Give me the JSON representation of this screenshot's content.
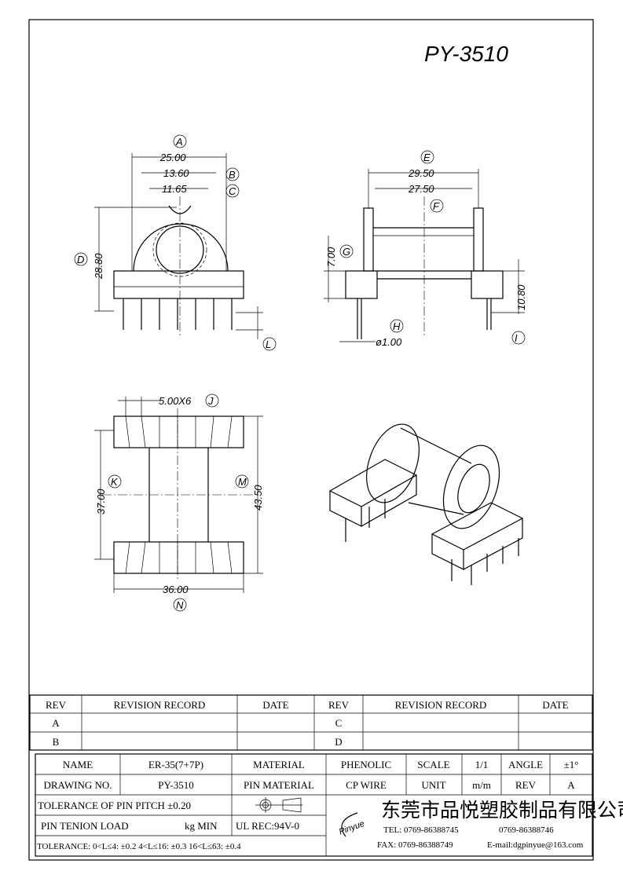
{
  "title": "PY-3510",
  "front_view": {
    "A": "A",
    "dim_a": "25.00",
    "B": "B",
    "dim_b": "13.60",
    "C": "C",
    "dim_c": "11.65",
    "D": "D",
    "dim_d": "28.80",
    "L": "L"
  },
  "side_view": {
    "E": "E",
    "dim_e": "29.50",
    "F": "F",
    "dim_f": "27.50",
    "G": "G",
    "dim_g": "7.00",
    "H": "H",
    "dim_h": "ø1.00",
    "I": "I",
    "dim_i": "10.80"
  },
  "bottom_view": {
    "J": "J",
    "dim_j": "5.00X6",
    "K": "K",
    "dim_k": "37.00",
    "M": "M",
    "dim_m": "43.50",
    "N": "N",
    "dim_n": "36.00"
  },
  "revision_table": {
    "headers": [
      "REV",
      "REVISION RECORD",
      "DATE",
      "REV",
      "REVISION RECORD",
      "DATE"
    ],
    "rows": [
      [
        "A",
        "",
        "",
        "C",
        "",
        ""
      ],
      [
        "B",
        "",
        "",
        "D",
        "",
        ""
      ]
    ]
  },
  "title_block": {
    "name_label": "NAME",
    "name": "ER-35(7+7P)",
    "material_label": "MATERIAL",
    "material": "PHENOLIC",
    "scale_label": "SCALE",
    "scale": "1/1",
    "angle_label": "ANGLE",
    "angle": "±1°",
    "drawing_no_label": "DRAWING NO.",
    "drawing_no": "PY-3510",
    "pin_material_label": "PIN MATERIAL",
    "pin_material": "CP WIRE",
    "unit_label": "UNIT",
    "unit": "m/m",
    "rev_label": "REV",
    "rev": "A",
    "pin_pitch": "TOLERANCE OF PIN PITCH ±0.20",
    "pin_load": "PIN TENION LOAD",
    "pin_load_unit": "kg MIN",
    "ul": "UL REC:94V-0",
    "tolerance": "TOLERANCE: 0<L≤4: ±0.2   4<L≤16: ±0.3   16<L≤63: ±0.4",
    "company": "东莞市品悦塑胶制品有限公司",
    "logo": "Pinyue",
    "tel": "TEL: 0769-86388745",
    "tel2": "0769-86388746",
    "fax": "FAX: 0769-86388749",
    "email": "E-mail:dgpinyue@163.com"
  }
}
